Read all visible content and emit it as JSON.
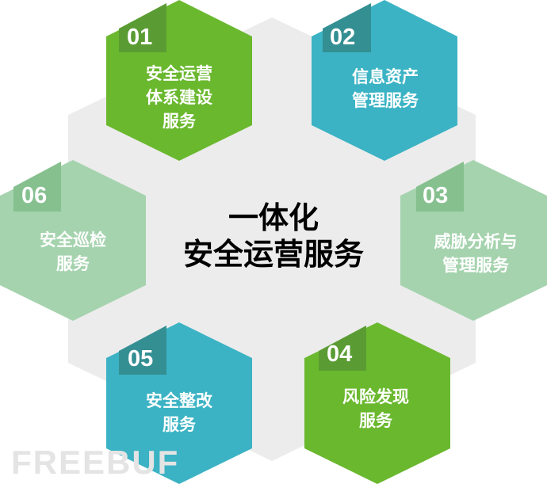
{
  "diagram": {
    "title_line1": "一体化",
    "title_line2": "安全运营服务",
    "colors": {
      "background_hex": "#ececec",
      "green": "#6ab82e",
      "green_tab": "#5a9c33",
      "teal": "#3bb3c4",
      "teal_tab": "#348f92",
      "light_green": "#a5d3ae",
      "light_green_tab": "#86c08f",
      "text": "#ffffff",
      "title": "#000000"
    },
    "services": [
      {
        "number": "01",
        "line1": "安全运营",
        "line2": "体系建设",
        "line3": "服务",
        "color": "green"
      },
      {
        "number": "02",
        "line1": "信息资产",
        "line2": "管理服务",
        "color": "teal"
      },
      {
        "number": "03",
        "line1": "威胁分析与",
        "line2": "管理服务",
        "color": "light_green"
      },
      {
        "number": "04",
        "line1": "风险发现",
        "line2": "服务",
        "color": "green"
      },
      {
        "number": "05",
        "line1": "安全整改",
        "line2": "服务",
        "color": "teal"
      },
      {
        "number": "06",
        "line1": "安全巡检",
        "line2": "服务",
        "color": "light_green"
      }
    ]
  },
  "watermark": {
    "text": "FREEBUF"
  }
}
